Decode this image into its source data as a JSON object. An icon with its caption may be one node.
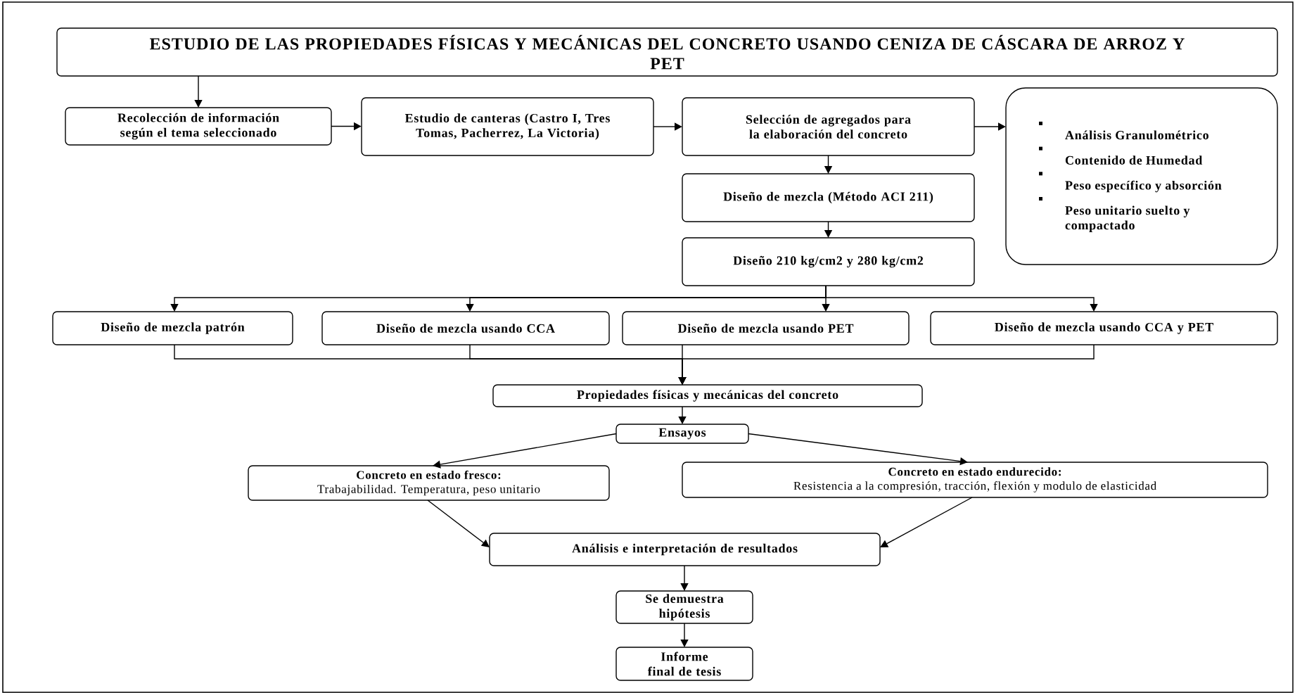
{
  "diagram": {
    "nodes": [
      {
        "text": [
          "ESTUDIO DE LAS PROPIEDADES FÍSICAS Y MECÁNICAS DEL CONCRETO USANDO CENIZA DE CÁSCARA DE ARROZ  Y PET"
        ]
      },
      {
        "text": [
          "Recolección de información según el tema seleccionado"
        ]
      },
      {
        "text": [
          "Estudio de canteras (Castro I, Tres Tomas, Pacherrez, La Victoria)"
        ]
      },
      {
        "text": [
          "Selección de agregados para la elaboración del concreto"
        ]
      },
      {
        "text": [
          "Análisis Granulométrico",
          "Contenido de Humedad",
          "Peso específico y absorción",
          "Peso unitario suelto y compactado"
        ]
      },
      {
        "text": [
          "Diseño de mezcla (Método ACI 211)"
        ]
      },
      {
        "text": [
          "Diseño 210 kg/cm2 y 280 kg/cm2"
        ]
      },
      {
        "text": [
          "Diseño de mezcla patrón"
        ]
      },
      {
        "text": [
          "Diseño de mezcla usando CCA"
        ]
      },
      {
        "text": [
          "Diseño de mezcla usando PET"
        ]
      },
      {
        "text": [
          "Diseño de mezcla usando CCA y PET"
        ]
      },
      {
        "text": [
          "Propiedades físicas y mecánicas del concreto"
        ]
      },
      {
        "text": [
          "Ensayos"
        ]
      },
      {
        "text": [
          "Concreto en estado fresco:",
          "Trabajabilidad.  Temperatura, peso unitario"
        ]
      },
      {
        "text": [
          "Concreto en estado endurecido:",
          "Resistencia a la compresión, tracción, flexión y modulo de elasticidad"
        ]
      },
      {
        "text": [
          "Análisis e interpretación de resultados"
        ]
      },
      {
        "text": [
          "Se demuestra hipótesis"
        ]
      },
      {
        "text": [
          "Informe final de tesis"
        ]
      }
    ],
    "edges": [
      {
        "from": 0,
        "to": 1,
        "arrow": "to"
      },
      {
        "from": 1,
        "to": 2,
        "arrow": "to"
      },
      {
        "from": 2,
        "to": 3,
        "arrow": "to"
      },
      {
        "from": 3,
        "to": 4,
        "arrow": "to"
      },
      {
        "from": 3,
        "to": 5,
        "arrow": "to"
      },
      {
        "from": 5,
        "to": 6,
        "arrow": "to"
      },
      {
        "from": 6,
        "to": 7,
        "arrow": "to"
      },
      {
        "from": 6,
        "to": 8,
        "arrow": "to"
      },
      {
        "from": 6,
        "to": 9,
        "arrow": "to"
      },
      {
        "from": 6,
        "to": 10,
        "arrow": "to"
      },
      {
        "from": 7,
        "to": 11,
        "arrow": "to"
      },
      {
        "from": 8,
        "to": 11,
        "arrow": "to"
      },
      {
        "from": 9,
        "to": 11,
        "arrow": "to"
      },
      {
        "from": 10,
        "to": 11,
        "arrow": "to"
      },
      {
        "from": 11,
        "to": 12,
        "arrow": "to"
      },
      {
        "from": 12,
        "to": 13,
        "arrow": "to"
      },
      {
        "from": 12,
        "to": 14,
        "arrow": "to"
      },
      {
        "from": 13,
        "to": 15,
        "arrow": "to"
      },
      {
        "from": 14,
        "to": 15,
        "arrow": "to"
      },
      {
        "from": 15,
        "to": 16,
        "arrow": "to"
      },
      {
        "from": 16,
        "to": 17,
        "arrow": "to"
      }
    ]
  }
}
